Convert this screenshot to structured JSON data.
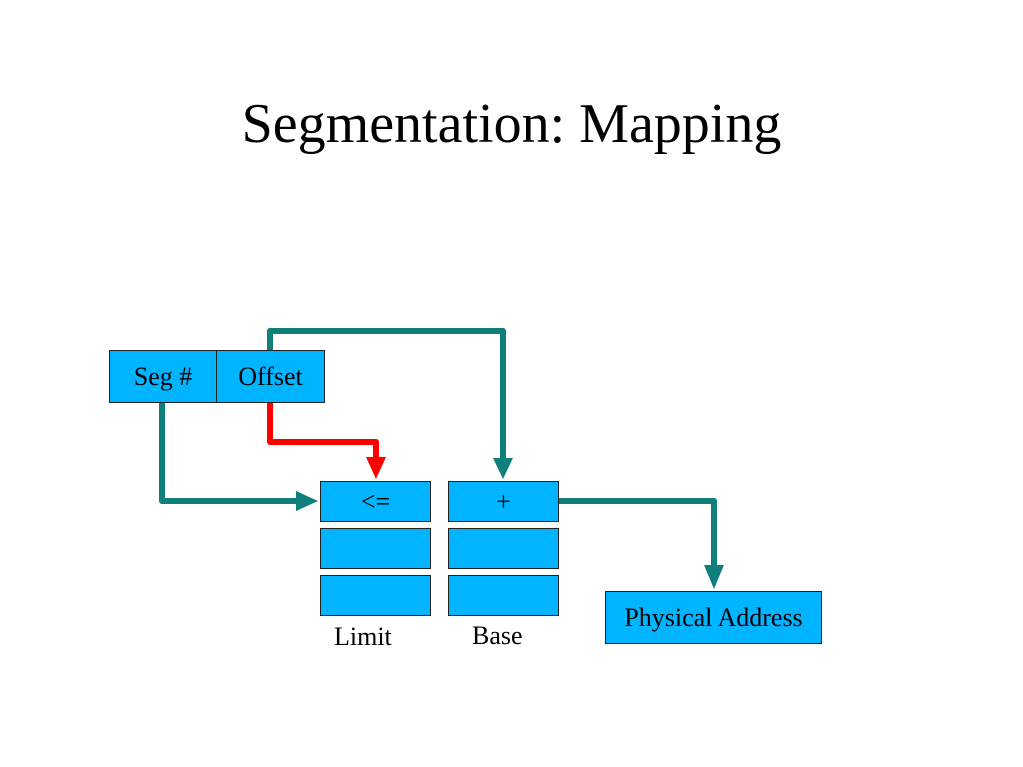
{
  "title": "Segmentation: Mapping",
  "address": {
    "seg_label": "Seg #",
    "offset_label": "Offset"
  },
  "table": {
    "limit_column_label": "Limit",
    "base_column_label": "Base",
    "compare_op": "<=",
    "add_op": "+"
  },
  "output": {
    "label": "Physical Address"
  },
  "colors": {
    "box_fill": "#00b4ff",
    "arrow_main": "#0e7f7b",
    "arrow_check": "#ff0000"
  }
}
